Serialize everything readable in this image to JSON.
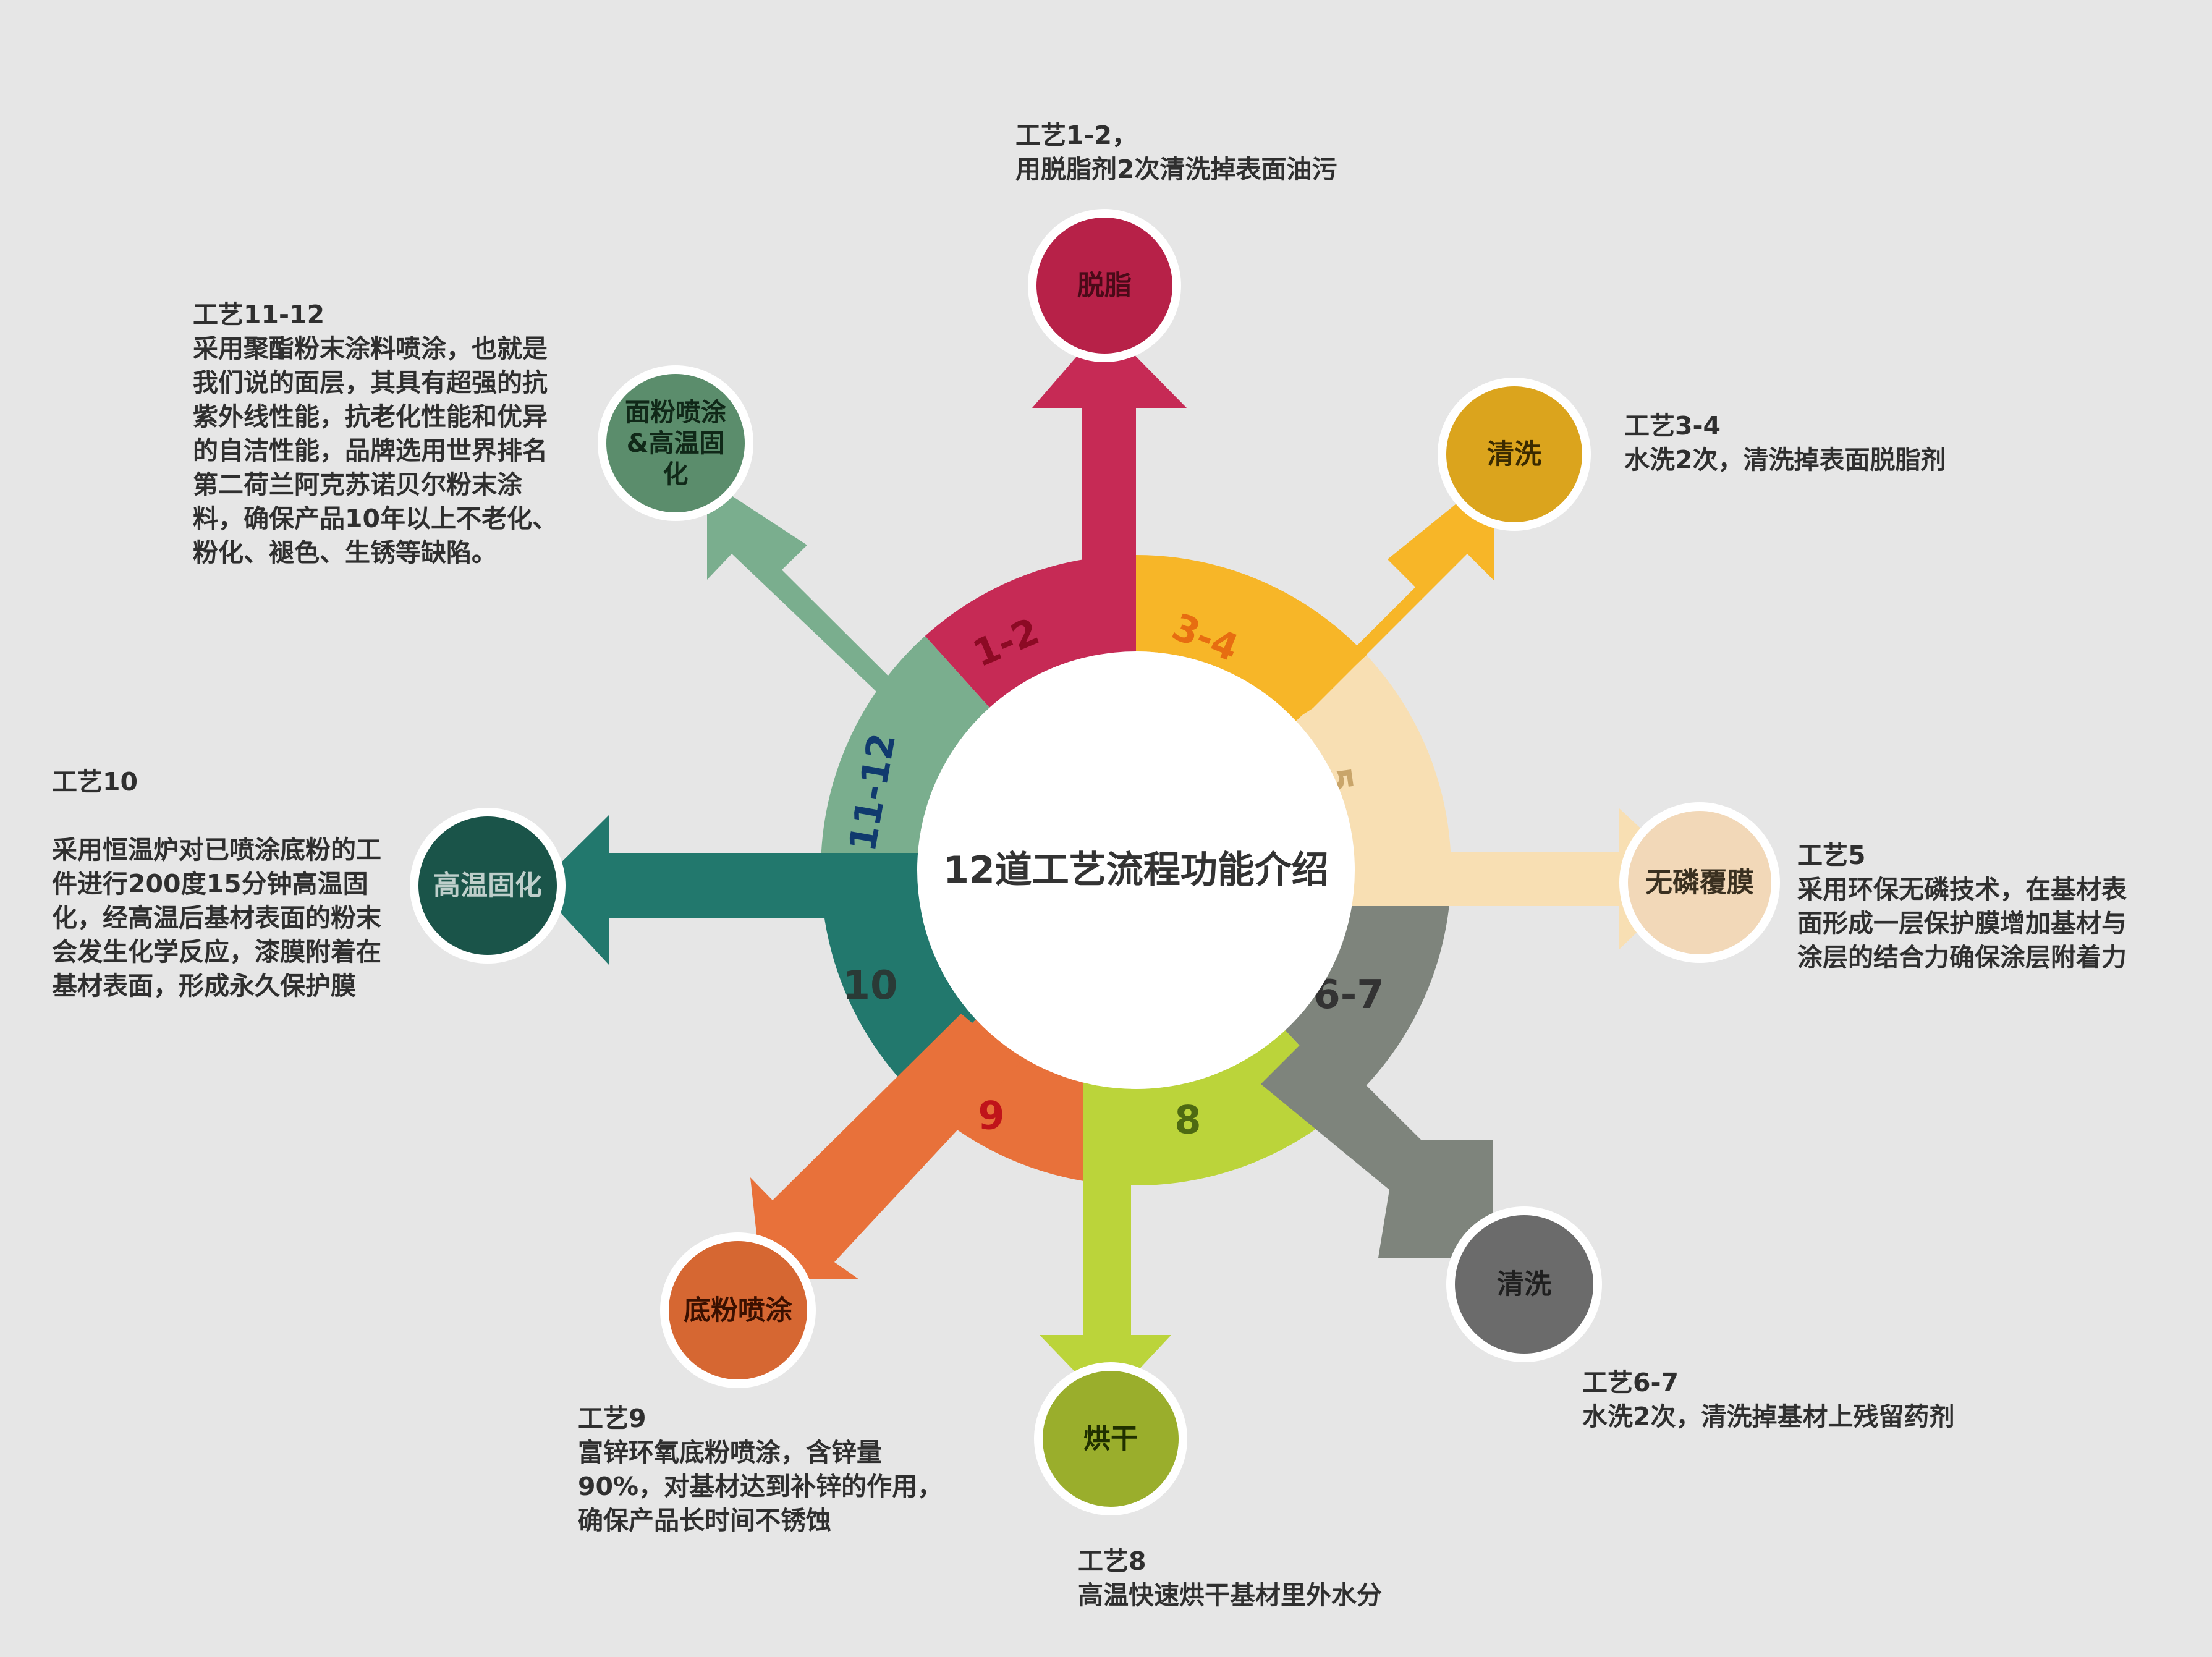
{
  "center_title": "12道工艺流程功能介绍",
  "steps": [
    {
      "id": "1-2",
      "sector_label": "1-2",
      "node_label": [
        "脱脂"
      ],
      "description": [
        "工艺1-2，",
        "用脱脂剂2次清洗掉表面油污"
      ],
      "colors": {
        "sector": "#c62a55",
        "node": "#b72148",
        "label": "#8c0a24",
        "node_text": "#4a0a18"
      }
    },
    {
      "id": "3-4",
      "sector_label": "3-4",
      "node_label": [
        "清洗"
      ],
      "description": [
        "工艺3-4",
        "水洗2次，清洗掉表面脱脂剂"
      ],
      "colors": {
        "sector": "#f7b628",
        "node": "#dba41d",
        "label": "#e76d11",
        "node_text": "#3a2a00"
      }
    },
    {
      "id": "5",
      "sector_label": "5",
      "node_label": [
        "无磷覆膜"
      ],
      "description": [
        "工艺5",
        "采用环保无磷技术，在基材表",
        "面形成一层保护膜增加基材与",
        "涂层的结合力确保涂层附着力"
      ],
      "colors": {
        "sector": "#f8dfb3",
        "node": "#f2d8b8",
        "label": "#c9a56a",
        "node_text": "#3a3020"
      }
    },
    {
      "id": "6-7",
      "sector_label": "6-7",
      "node_label": [
        "清洗"
      ],
      "description": [
        "工艺6-7",
        "水洗2次，清洗掉基材上残留药剂"
      ],
      "colors": {
        "sector": "#7e847c",
        "node": "#6b6b6b",
        "label": "#333333",
        "node_text": "#1f1f1f"
      }
    },
    {
      "id": "8",
      "sector_label": "8",
      "node_label": [
        "烘干"
      ],
      "description": [
        "工艺8",
        "高温快速烘干基材里外水分"
      ],
      "colors": {
        "sector": "#bbd43a",
        "node": "#9aae2c",
        "label": "#4e6a12",
        "node_text": "#203000"
      }
    },
    {
      "id": "9",
      "sector_label": "9",
      "node_label": [
        "底粉喷涂"
      ],
      "description": [
        "工艺9",
        "富锌环氧底粉喷涂，含锌量",
        "90%，对基材达到补锌的作用，",
        "确保产品长时间不锈蚀"
      ],
      "colors": {
        "sector": "#e8713a",
        "node": "#d66732",
        "label": "#c0141a",
        "node_text": "#3a1000"
      }
    },
    {
      "id": "10",
      "sector_label": "10",
      "node_label": [
        "高温固化"
      ],
      "description": [
        "工艺10",
        "",
        "采用恒温炉对已喷涂底粉的工",
        "件进行200度15分钟高温固",
        "化，经高温后基材表面的粉末",
        "会发生化学反应，漆膜附着在",
        "基材表面，形成永久保护膜"
      ],
      "colors": {
        "sector": "#22786d",
        "node": "#1a5449",
        "label": "#2a3a36",
        "node_text": "#bfcfcb"
      }
    },
    {
      "id": "11-12",
      "sector_label": "11-12",
      "node_label": [
        "面粉喷涂",
        "&高温固",
        "化"
      ],
      "description": [
        "工艺11-12",
        "采用聚酯粉末涂料喷涂，也就是",
        "我们说的面层，其具有超强的抗",
        "紫外线性能，抗老化性能和优异",
        "的自洁性能，品牌选用世界排名",
        "第二荷兰阿克苏诺贝尔粉末涂",
        "料，确保产品10年以上不老化、",
        "粉化、褪色、生锈等缺陷。"
      ],
      "colors": {
        "sector": "#7aae8e",
        "node": "#5b8d6c",
        "label": "#103a6e",
        "node_text": "#102818"
      }
    }
  ]
}
